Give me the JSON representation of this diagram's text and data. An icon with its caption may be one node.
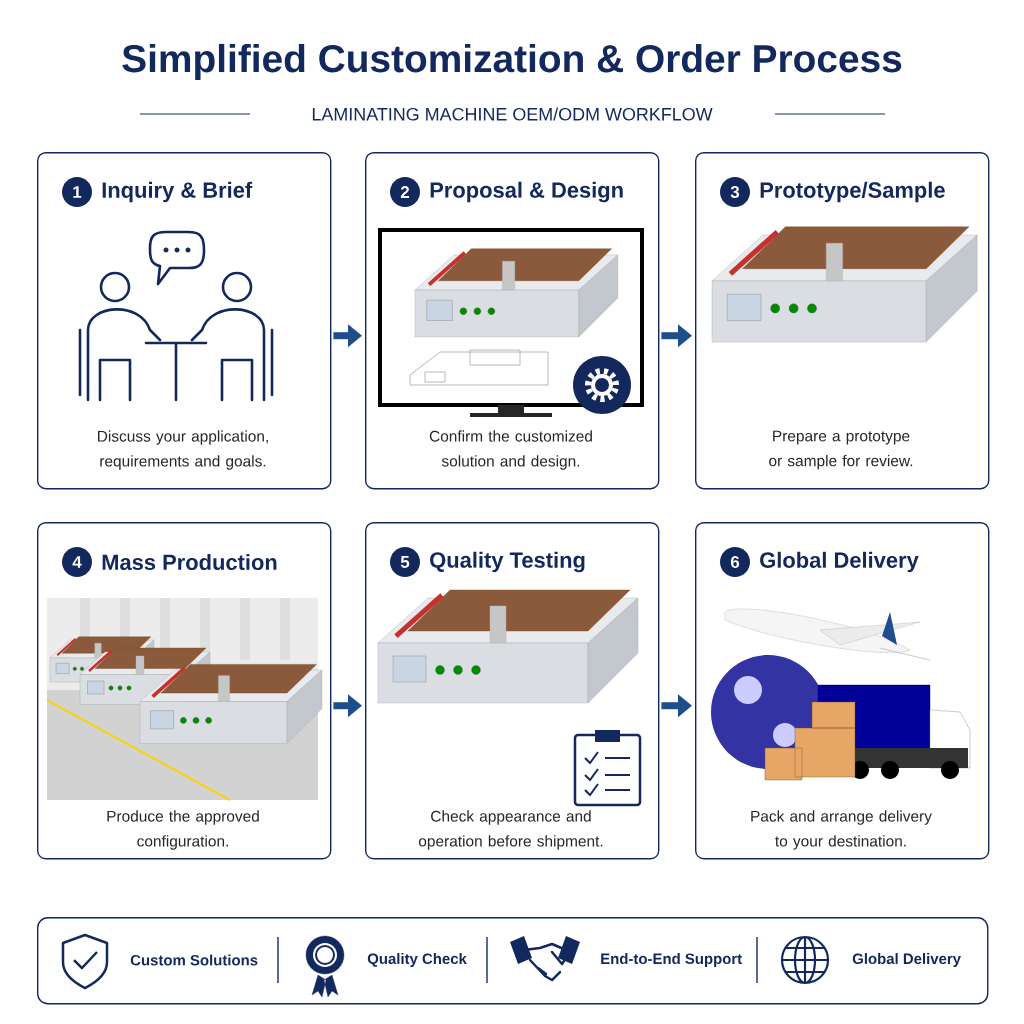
{
  "diagram": {
    "title": "Simplified Customization & Order Process",
    "nodes": [
      {
        "text": [
          "1",
          "Inquiry & Brief",
          "Discuss your application, requirements and goals."
        ]
      },
      {
        "text": [
          "2",
          "Proposal & Design",
          "Confirm the customized solution and design."
        ]
      },
      {
        "text": [
          "3",
          "Prototype/Sample",
          "Prepare a prototype or sample for review."
        ]
      },
      {
        "text": [
          "4",
          "Mass Production",
          "Produce the approved configuration."
        ]
      },
      {
        "text": [
          "5",
          "Quality Testing",
          "Check appearance and operation before shipment."
        ]
      },
      {
        "text": [
          "6",
          "Global Delivery",
          "Pack and arrange delivery to your destination."
        ]
      },
      {
        "text": [
          "Custom Solutions",
          "Quality Check",
          "End-to-End Support",
          "Global Delivery"
        ]
      }
    ],
    "edges": [
      {
        "from": 0,
        "to": 1,
        "arrow": "to"
      },
      {
        "from": 1,
        "to": 2,
        "arrow": "to"
      },
      {
        "from": 3,
        "to": 4,
        "arrow": "to"
      },
      {
        "from": 4,
        "to": 5,
        "arrow": "to"
      }
    ],
    "labels": [
      "LAMINATING MACHINE OEM/ODM WORKFLOW"
    ]
  }
}
